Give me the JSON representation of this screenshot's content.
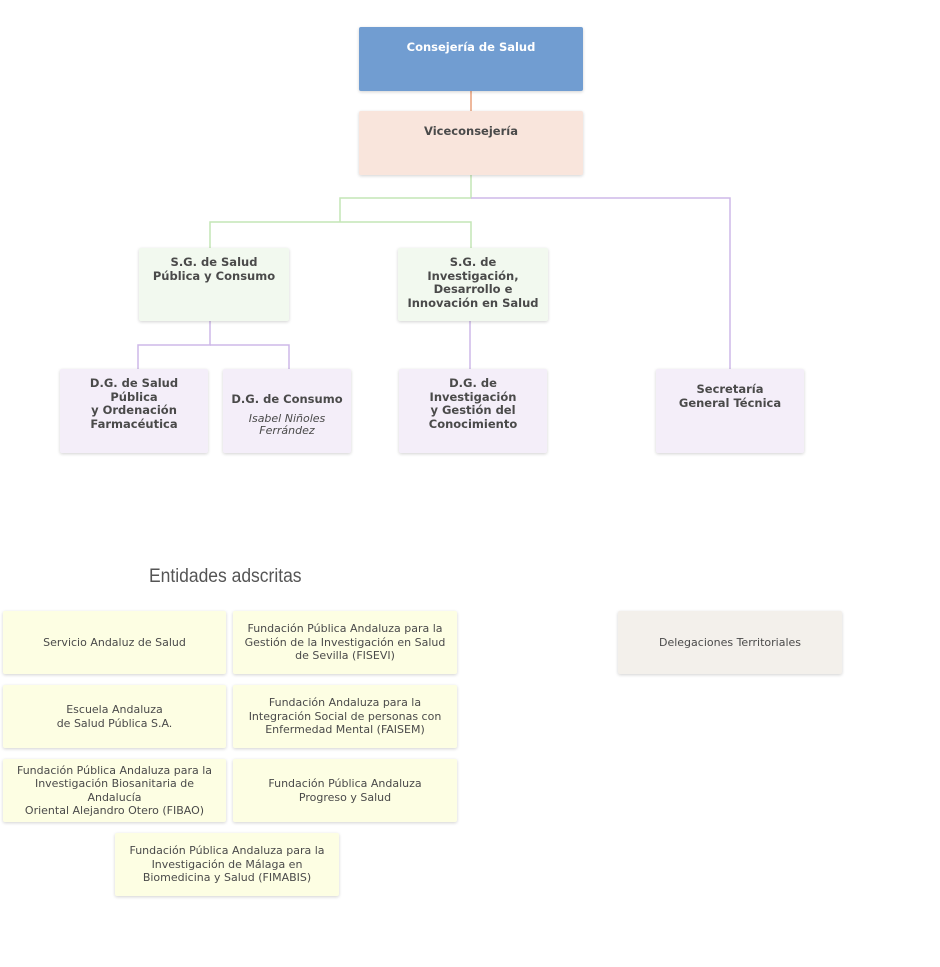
{
  "chart": {
    "root": "Consejería de Salud",
    "vice": "Viceconsejería",
    "sg_salud": "S.G. de Salud\nPública y Consumo",
    "sg_investigacion": "S.G. de Investigación,\nDesarrollo e\nInnovación en Salud",
    "dg_salud_publica": "D.G. de Salud Pública\ny Ordenación\nFarmacéutica",
    "dg_consumo": "D.G. de Consumo",
    "dg_consumo_person": "Isabel Niñoles\nFerrández",
    "dg_investigacion": "D.G. de Investigación\ny Gestión del\nConocimiento",
    "secretaria": "Secretaría\nGeneral Técnica"
  },
  "entities": {
    "title": "Entidades adscritas",
    "sas": "Servicio Andaluz de Salud",
    "fisevi": "Fundación Pública Andaluza para la\nGestión de la Investigación en Salud\nde Sevilla (FISEVI)",
    "easp": "Escuela Andaluza\nde Salud Pública S.A.",
    "faisem": "Fundación Andaluza para la\nIntegración Social de personas con\nEnfermedad Mental (FAISEM)",
    "fibao": "Fundación Pública Andaluza para la\nInvestigación Biosanitaria de Andalucía\nOriental Alejandro Otero (FIBAO)",
    "progreso": "Fundación Pública Andaluza\nProgreso y Salud",
    "fimabis": "Fundación Pública Andaluza para la\nInvestigación de Málaga en\nBiomedicina y Salud (FIMABIS)",
    "delegaciones": "Delegaciones Territoriales"
  },
  "colors": {
    "root_fill": "#719dd1",
    "vice_fill": "#f9e5dc",
    "sg_fill": "#f2f9ef",
    "dg_fill": "#f4eef9",
    "entity_fill": "#fdfee3",
    "deleg_fill": "#f3f0eb",
    "line_orange": "#e8a07a",
    "line_green": "#c4e6b6",
    "line_purple": "#cdb8e8"
  }
}
